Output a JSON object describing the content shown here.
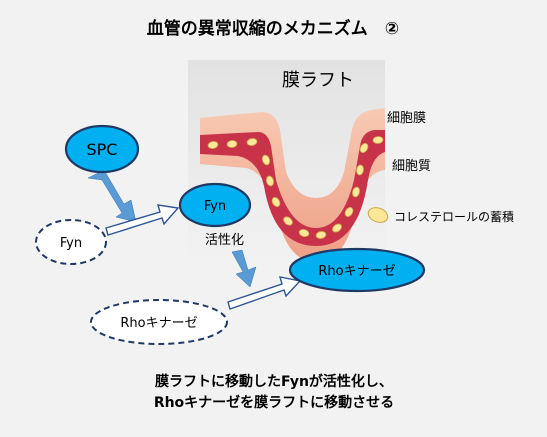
{
  "title": "血管の異常収縮のメカニズム　②",
  "raft_label": "膜ラフト",
  "membrane_label": "細胞膜",
  "cytoplasm_label": "細胞質",
  "cholesterol_label": "コレステロールの蓄積",
  "nodes": {
    "spc": "SPC",
    "fyn_active": "Fyn",
    "fyn_inactive": "Fyn",
    "rho_active": "Rhoキナーゼ",
    "rho_inactive": "Rhoキナーゼ"
  },
  "activation_label": "活性化",
  "caption": {
    "line1": "膜ラフトに移動したFynが活性化し、",
    "line2": "Rhoキナーゼを膜ラフトに移動させる"
  },
  "colors": {
    "background": "#f2f2f2",
    "node_fill": "#00b0f0",
    "node_stroke": "#1f3864",
    "arrow_blue": "#5b9bd5",
    "membrane": "#f4b8a0",
    "cytoplasm": "#c8334a",
    "cholesterol": "#ffe699"
  }
}
